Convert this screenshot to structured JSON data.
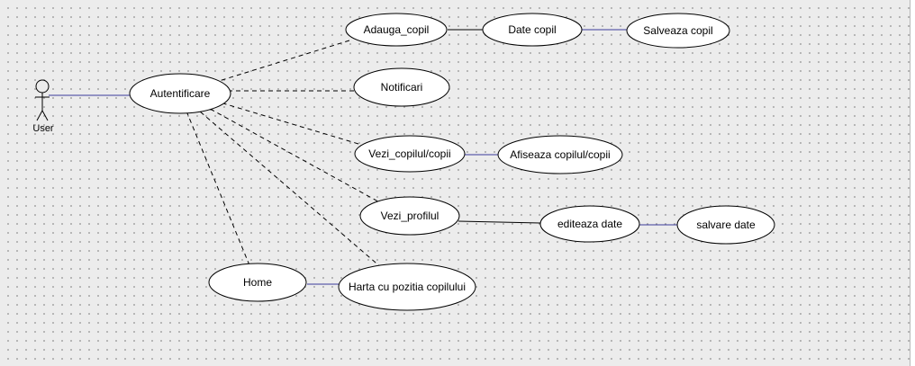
{
  "diagram": {
    "actor": {
      "label": "User"
    },
    "use_cases": {
      "autentificare": "Autentificare",
      "adauga_copil": "Adauga_copil",
      "date_copil": "Date copil",
      "salveaza_copil": "Salveaza copil",
      "notificari": "Notificari",
      "vezi_copilul": "Vezi_copilul/copii",
      "afiseaza_copilul": "Afiseaza copilul/copii",
      "vezi_profilul": "Vezi_profilul",
      "editeaza_date": "editeaza date",
      "salvare_date": "salvare date",
      "home": "Home",
      "harta": "Harta cu pozitia copilului"
    },
    "colors": {
      "association_line": "#3a3a9a",
      "dependency_line": "#000000",
      "node_fill": "#ffffff",
      "node_stroke": "#000000",
      "background": "#ececec"
    }
  }
}
